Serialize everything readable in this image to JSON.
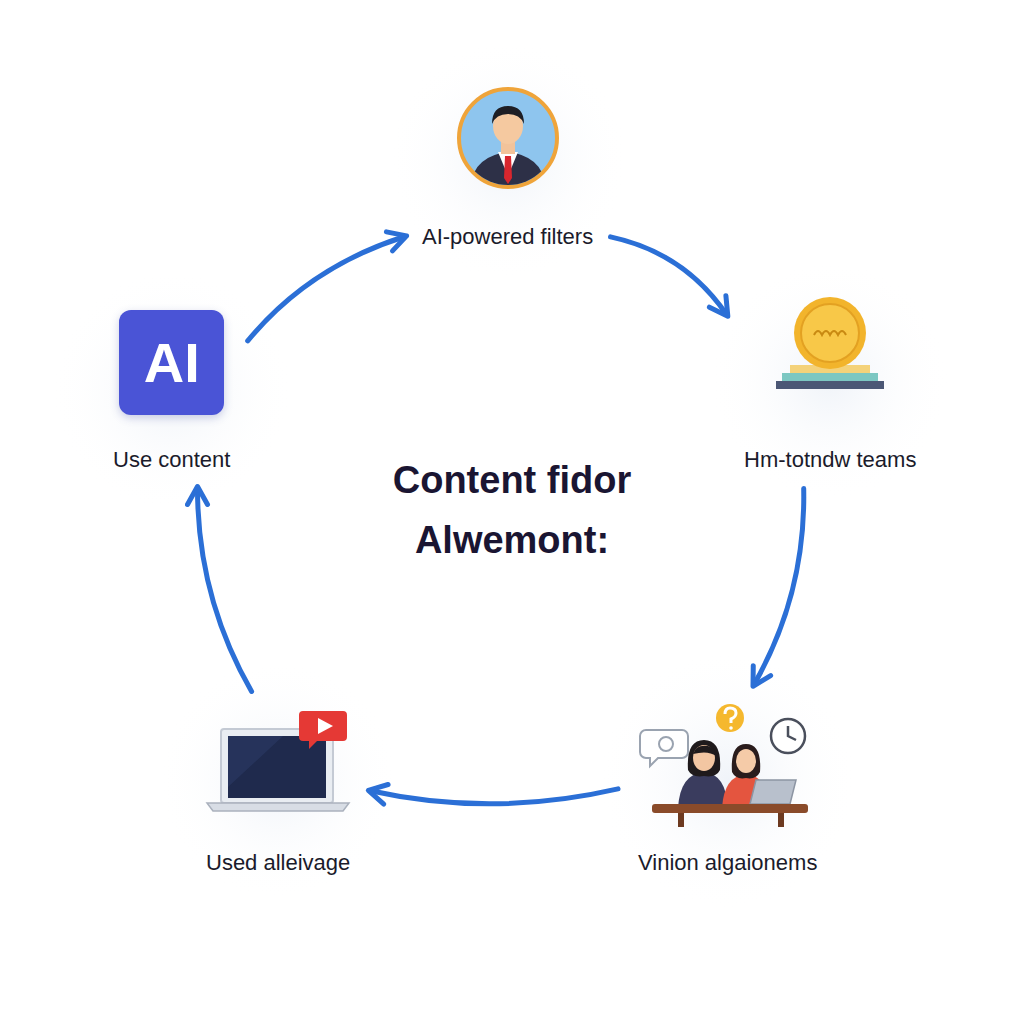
{
  "diagram": {
    "title": "Content fidor Alwemont:",
    "nodes": [
      {
        "text": [
          "AI-powered filters"
        ]
      },
      {
        "text": [
          "Hm-totndw teams"
        ]
      },
      {
        "text": [
          "Vinion algaionems"
        ]
      },
      {
        "text": [
          "Used alleivage"
        ]
      },
      {
        "text": [
          "AI",
          "Use content"
        ]
      }
    ],
    "edges": [
      {
        "from": 0,
        "to": 1,
        "arrow": "to"
      },
      {
        "from": 1,
        "to": 2,
        "arrow": "to"
      },
      {
        "from": 2,
        "to": 3,
        "arrow": "to"
      },
      {
        "from": 3,
        "to": 4,
        "arrow": "to"
      },
      {
        "from": 4,
        "to": 0,
        "arrow": "to"
      }
    ]
  }
}
